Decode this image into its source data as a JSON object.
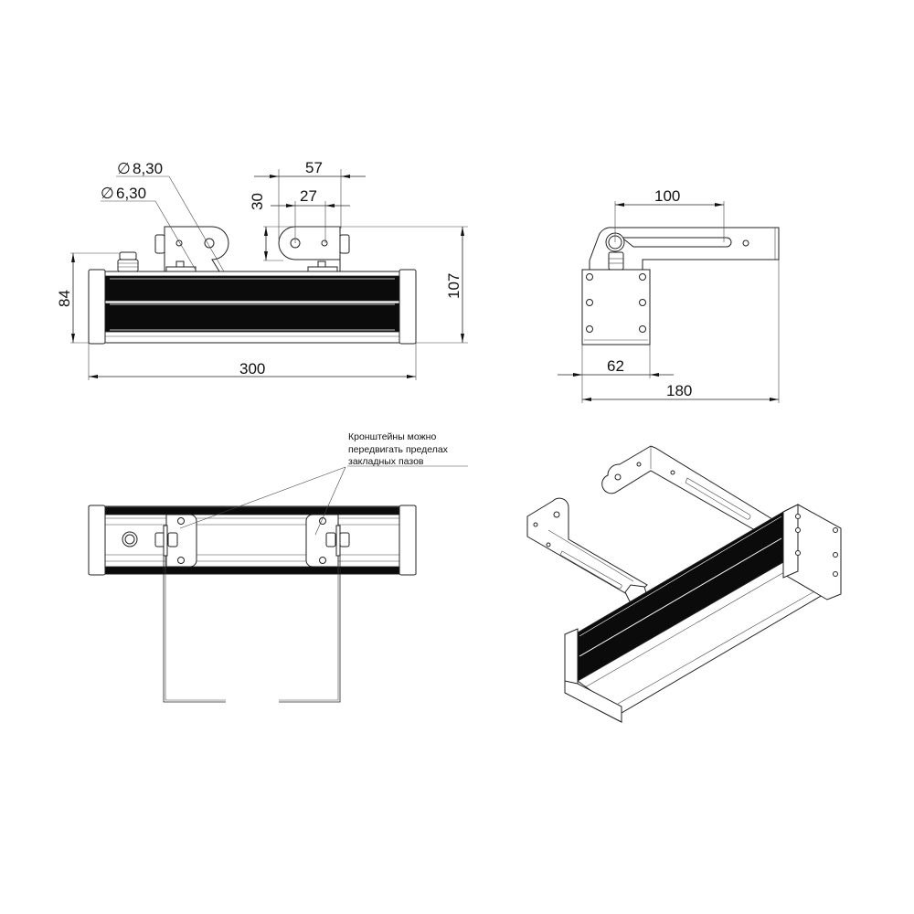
{
  "front_view": {
    "dims": {
      "d1": "8,30",
      "d2": "6,30",
      "w57": "57",
      "w27": "27",
      "h30": "30",
      "h107": "107",
      "h84": "84",
      "w300": "300"
    },
    "diameter_symbol": "∅"
  },
  "side_view": {
    "dims": {
      "w100": "100",
      "w62": "62",
      "w180": "180"
    }
  },
  "bottom_view": {
    "note_lines": [
      "Кронштейны можно",
      "передвигать  пределах",
      "закладных пазов"
    ]
  },
  "colors": {
    "line": "#222222",
    "panel": "#0b0b0b"
  }
}
